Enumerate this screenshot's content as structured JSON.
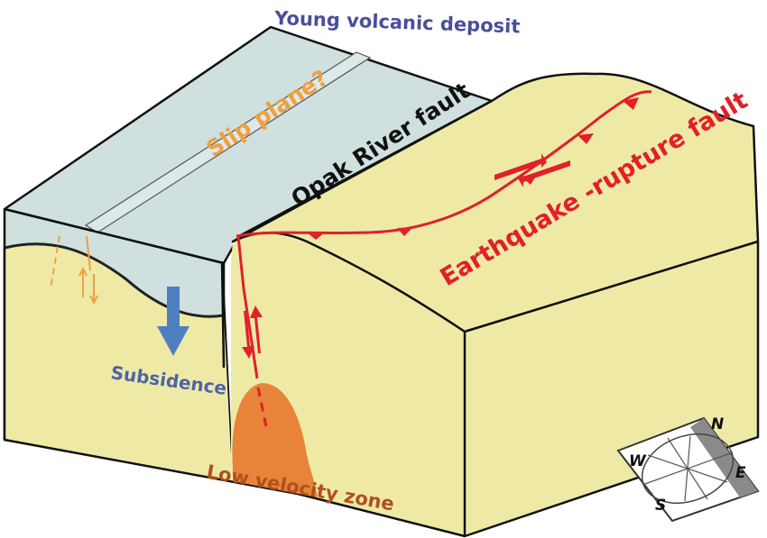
{
  "labels": {
    "young_volcanic_deposit": "Young volcanic deposit",
    "slip_plane": "Slip plane?",
    "opak_river_fault": "Opak River fault",
    "earthquake_rupture_fault": "Earthquake -rupture fault",
    "subsidence": "Subsidence",
    "low_velocity_zone": "Low velocity zone"
  },
  "compass": {
    "north": "N",
    "east": "E",
    "south": "S",
    "west": "W"
  },
  "colors": {
    "volcanic_deposit": "#cfe0df",
    "ground": "#eeeaa6",
    "fault_red": "#e0202a",
    "subsidence_blue": "#4f7fc1",
    "low_velocity_orange": "#e8843a",
    "slip_plane_orange": "#f0a040",
    "young_volcanic_text": "#4a4f9a",
    "subsidence_text": "#4f63a8",
    "low_velocity_text": "#b0501c"
  }
}
